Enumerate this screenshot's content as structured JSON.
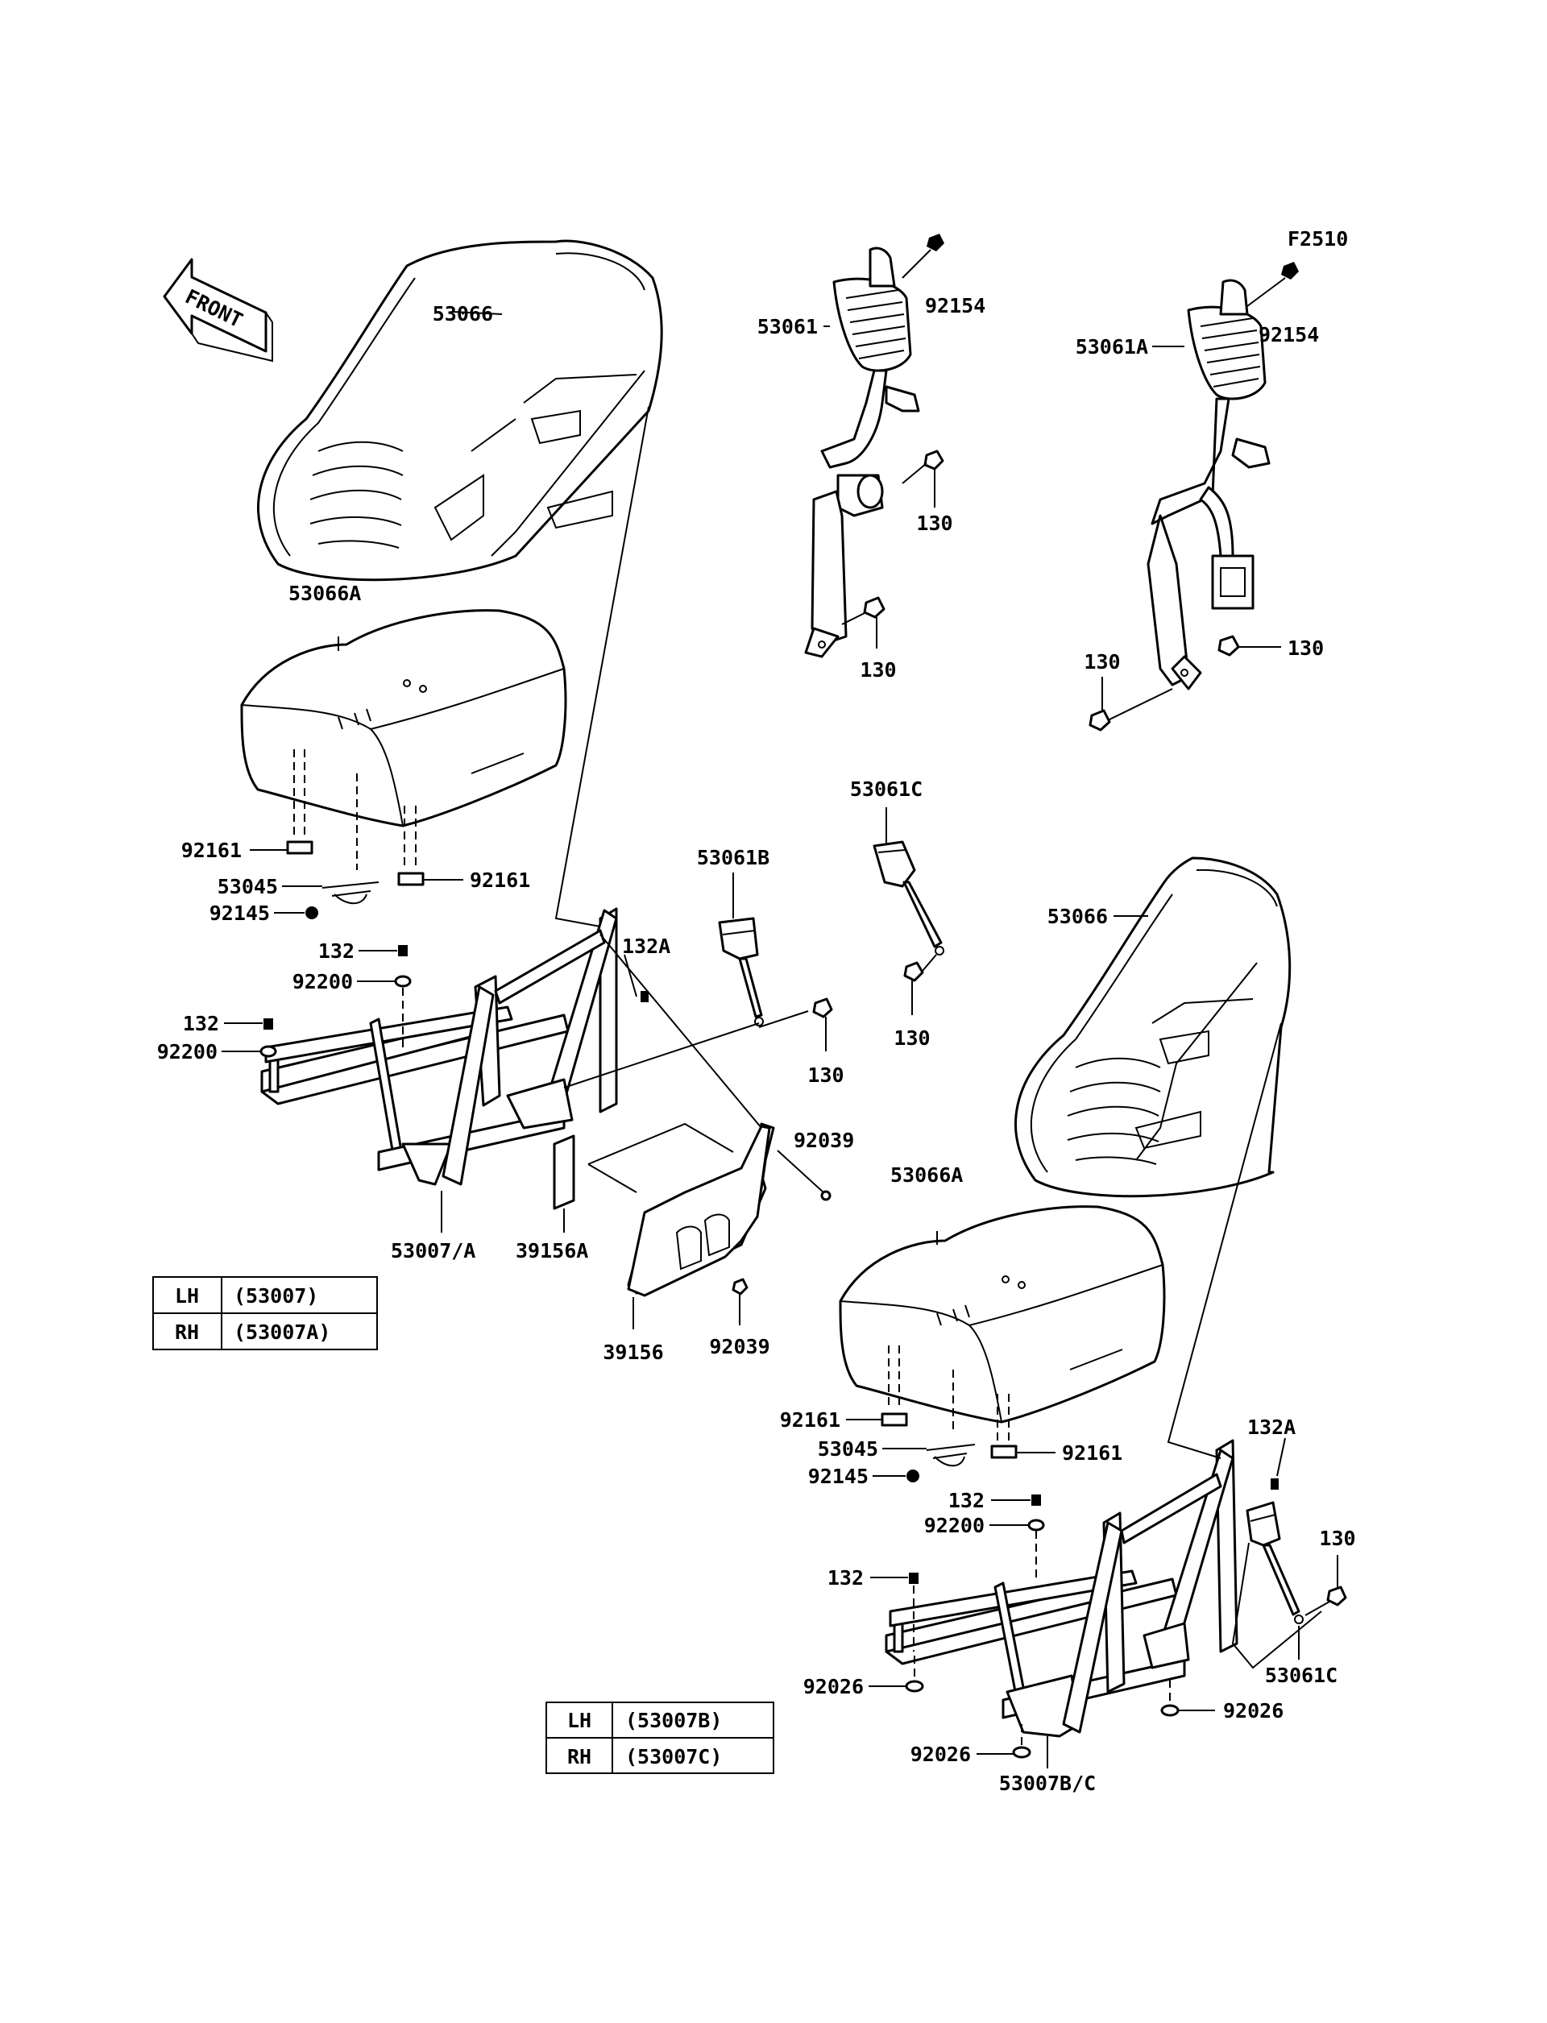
{
  "figure_code": "F2510",
  "front_label": "FRONT",
  "labels": {
    "seatback_left": "53066",
    "cushion_left": "53066A",
    "seatback_right": "53066",
    "cushion_right": "53066A",
    "belt_left": "53061",
    "belt_right": "53061A",
    "buckle_b": "53061B",
    "buckle_c_top": "53061C",
    "buckle_c_bottom": "53061C",
    "bolt_92154_a": "92154",
    "bolt_92154_b": "92154",
    "bolt_130_a": "130",
    "bolt_130_b": "130",
    "bolt_130_c": "130",
    "bolt_130_d": "130",
    "bolt_130_e": "130",
    "bolt_130_f": "130",
    "bolt_130_g": "130",
    "clip_92161_a": "92161",
    "clip_92161_b": "92161",
    "clip_92161_c": "92161",
    "clip_92161_d": "92161",
    "spring_53045_a": "53045",
    "spring_53045_b": "53045",
    "nut_92145_a": "92145",
    "nut_92145_b": "92145",
    "bolt_132_a": "132",
    "bolt_132_b": "132",
    "bolt_132_c": "132",
    "bolt_132_d": "132",
    "bolt_132A_a": "132A",
    "bolt_132A_b": "132A",
    "washer_92200_a": "92200",
    "washer_92200_b": "92200",
    "washer_92200_c": "92200",
    "washer_92026_a": "92026",
    "washer_92026_b": "92026",
    "washer_92026_c": "92026",
    "frame_left": "53007/A",
    "frame_right": "53007B/C",
    "cover_39156A": "39156A",
    "cover_39156": "39156",
    "screw_92039_a": "92039",
    "screw_92039_b": "92039"
  },
  "tables": [
    {
      "rows": [
        {
          "side": "LH",
          "part": "(53007)"
        },
        {
          "side": "RH",
          "part": "(53007A)"
        }
      ]
    },
    {
      "rows": [
        {
          "side": "LH",
          "part": "(53007B)"
        },
        {
          "side": "RH",
          "part": "(53007C)"
        }
      ]
    }
  ]
}
